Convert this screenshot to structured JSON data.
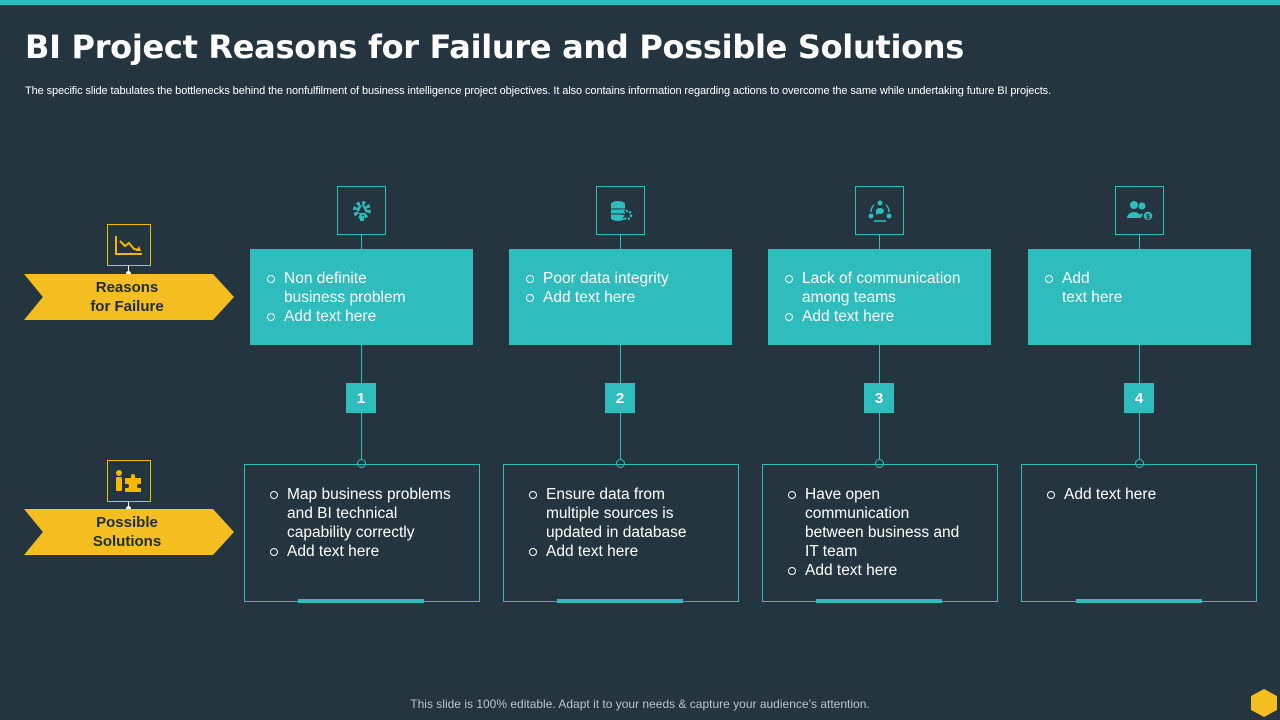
{
  "slide": {
    "title": "BI Project Reasons for Failure and Possible Solutions",
    "subtitle": "The specific slide tabulates the bottlenecks behind the nonfulfilment of business intelligence project objectives. It also contains information regarding actions to overcome the same while undertaking future BI projects.",
    "footer": "This slide is 100% editable. Adapt it to your needs & capture your audience’s attention."
  },
  "colors": {
    "background": "#243540",
    "teal": "#2fbcbc",
    "yellow": "#f5be20"
  },
  "labels": {
    "reasons": {
      "text": "Reasons\nfor Failure",
      "icon": "declining-chart-icon"
    },
    "solutions": {
      "text": "Possible\nSolutions",
      "icon": "people-puzzle-icon"
    }
  },
  "columns": [
    {
      "number": "1",
      "icon": "gear-warning-icon",
      "reasons": [
        "Non definite\nbusiness problem",
        "Add text here"
      ],
      "solutions": [
        "Map business problems\nand BI technical\ncapability correctly",
        "Add text here"
      ]
    },
    {
      "number": "2",
      "icon": "database-gear-icon",
      "reasons": [
        "Poor data integrity",
        "Add text here"
      ],
      "solutions": [
        "Ensure data from\nmultiple sources is\nupdated in database",
        "Add text here"
      ]
    },
    {
      "number": "3",
      "icon": "team-communication-icon",
      "reasons": [
        "Lack of communication\namong teams",
        "Add text here"
      ],
      "solutions": [
        "Have open\ncommunication\nbetween business and\nIT team",
        "Add text here"
      ]
    },
    {
      "number": "4",
      "icon": "users-money-icon",
      "reasons": [
        "Add\ntext here"
      ],
      "solutions": [
        "Add text here"
      ]
    }
  ]
}
